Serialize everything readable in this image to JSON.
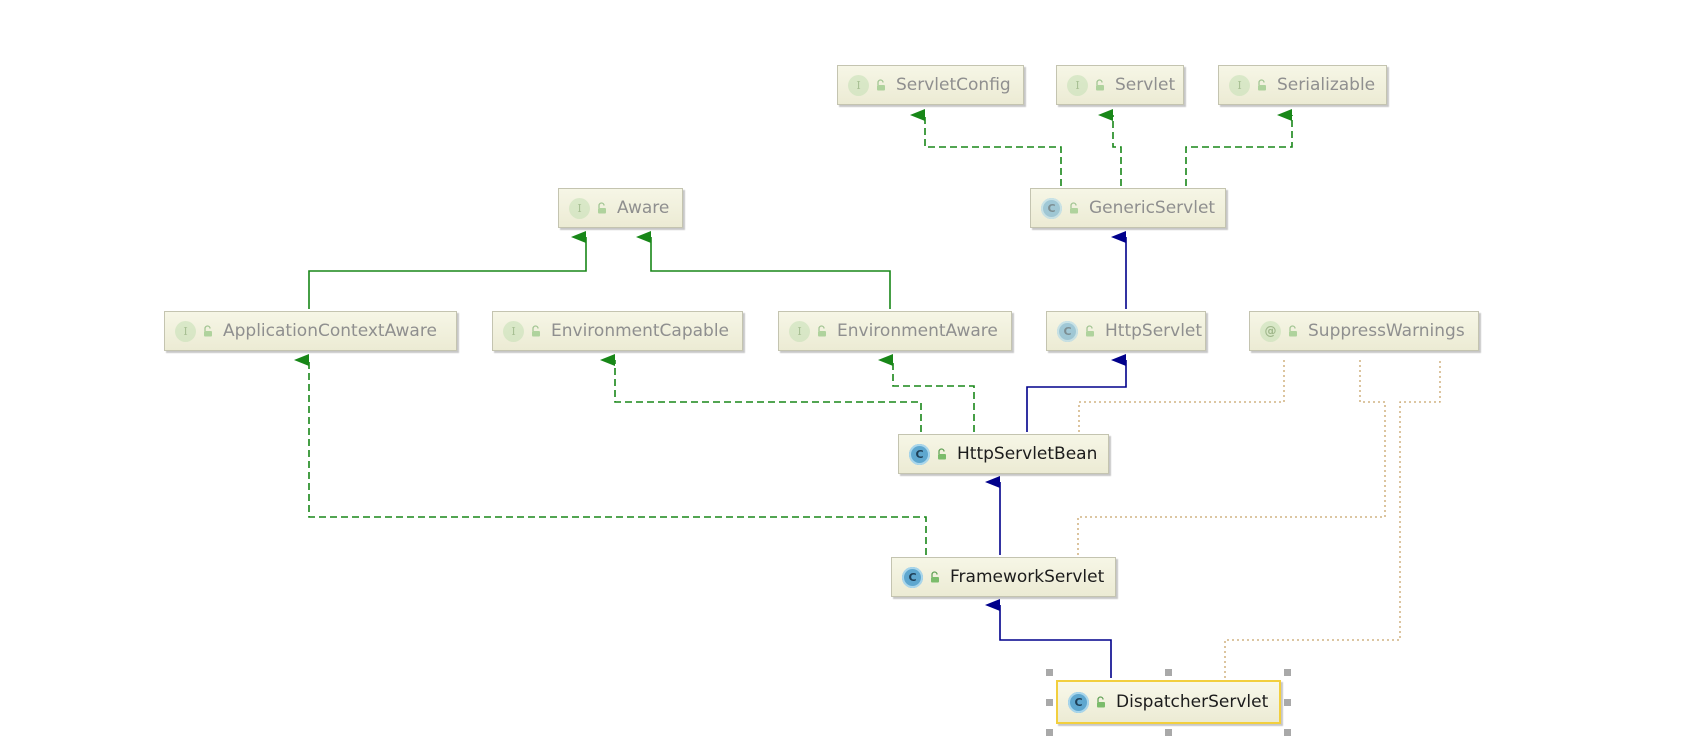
{
  "diagram_title": "",
  "nodes": {
    "servlet_config": {
      "name": "ServletConfig",
      "kind": "I"
    },
    "servlet": {
      "name": "Servlet",
      "kind": "I"
    },
    "serializable": {
      "name": "Serializable",
      "kind": "I"
    },
    "aware": {
      "name": "Aware",
      "kind": "I"
    },
    "generic_servlet": {
      "name": "GenericServlet",
      "kind": "C"
    },
    "application_context_aware": {
      "name": "ApplicationContextAware",
      "kind": "I"
    },
    "environment_capable": {
      "name": "EnvironmentCapable",
      "kind": "I"
    },
    "environment_aware": {
      "name": "EnvironmentAware",
      "kind": "I"
    },
    "http_servlet": {
      "name": "HttpServlet",
      "kind": "C"
    },
    "suppress_warnings": {
      "name": "SuppressWarnings",
      "kind": "@"
    },
    "http_servlet_bean": {
      "name": "HttpServletBean",
      "kind": "C"
    },
    "framework_servlet": {
      "name": "FrameworkServlet",
      "kind": "C"
    },
    "dispatcher_servlet": {
      "name": "DispatcherServlet",
      "kind": "C"
    }
  },
  "relations": [
    {
      "from": "GenericServlet",
      "to": "ServletConfig",
      "type": "implements"
    },
    {
      "from": "GenericServlet",
      "to": "Servlet",
      "type": "implements"
    },
    {
      "from": "GenericServlet",
      "to": "Serializable",
      "type": "implements"
    },
    {
      "from": "HttpServlet",
      "to": "GenericServlet",
      "type": "extends"
    },
    {
      "from": "ApplicationContextAware",
      "to": "Aware",
      "type": "extends"
    },
    {
      "from": "EnvironmentAware",
      "to": "Aware",
      "type": "extends"
    },
    {
      "from": "HttpServletBean",
      "to": "HttpServlet",
      "type": "extends"
    },
    {
      "from": "HttpServletBean",
      "to": "EnvironmentCapable",
      "type": "implements"
    },
    {
      "from": "HttpServletBean",
      "to": "EnvironmentAware",
      "type": "implements"
    },
    {
      "from": "FrameworkServlet",
      "to": "HttpServletBean",
      "type": "extends"
    },
    {
      "from": "FrameworkServlet",
      "to": "ApplicationContextAware",
      "type": "implements"
    },
    {
      "from": "DispatcherServlet",
      "to": "FrameworkServlet",
      "type": "extends"
    },
    {
      "from": "HttpServletBean",
      "to": "SuppressWarnings",
      "type": "annotated"
    },
    {
      "from": "FrameworkServlet",
      "to": "SuppressWarnings",
      "type": "annotated"
    },
    {
      "from": "DispatcherServlet",
      "to": "SuppressWarnings",
      "type": "annotated"
    }
  ],
  "selected_node": "DispatcherServlet",
  "colors": {
    "extends_edge": "#00008b",
    "implements_edge": "#188718",
    "annotation_edge": "#c8a46a",
    "selection_border": "#f2cf3e",
    "node_fill": "#f4f4e2"
  }
}
